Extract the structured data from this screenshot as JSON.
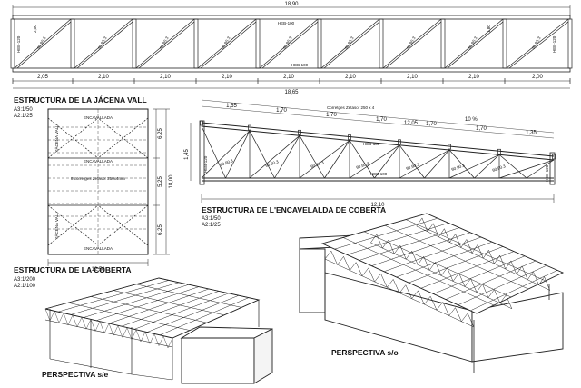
{
  "truss_top": {
    "total_top": "18,90",
    "total_bottom": "18,65",
    "segments": [
      "2,05",
      "2,10",
      "2,10",
      "2,10",
      "2,10",
      "2,10",
      "2,10",
      "2,10",
      "2,00"
    ],
    "left_height": "2,00",
    "right_height": "1,80",
    "chord_top": "HEB-100",
    "chord_bottom": "HEB-100",
    "post_label": "HEB-120",
    "diag_label": "90.90.3"
  },
  "titles": {
    "jacena": "ESTRUCTURA DE LA JÁCENA VALL",
    "coberta": "ESTRUCTURA DE LA COBERTA",
    "encavalada": "ESTRUCTURA DE L'ENCAVELALDA DE COBERTA",
    "persp_left": "PERSPECTIVA s/e",
    "persp_right": "PERSPECTIVA s/o"
  },
  "scales": {
    "jacena_a3": "A3:1/50",
    "jacena_a2": "A2:1/25",
    "coberta_a3": "A3:1/200",
    "coberta_a2": "A2:1/100",
    "enc_a3": "A3:1/50",
    "enc_a2": "A2:1/25"
  },
  "plan": {
    "bottom_dim": "12,50",
    "right_dims": [
      "6,25",
      "5,25",
      "6,25"
    ],
    "total_dim": "18,00",
    "labels": [
      "ENCAVALLADA",
      "ENCAVALLADA",
      "ENCAVALLADA"
    ],
    "center_text": "8 corretges Zetasor 250x4mm",
    "side_labels": [
      "JÀCENA VALL",
      "JÀCENA VALL"
    ]
  },
  "encavalada": {
    "top_dims": [
      "1,65",
      "1,70",
      "1,70",
      "1,70",
      "1,70",
      "1,70",
      "1,35"
    ],
    "overall": "12,05",
    "bottom": "12,10",
    "left_height": "1,45",
    "slope": "10 %",
    "corretges": "Corretges Zetasor 250 x 4",
    "chord": "HEB-100",
    "post": "HEB-120",
    "diag": "90.90.3"
  }
}
